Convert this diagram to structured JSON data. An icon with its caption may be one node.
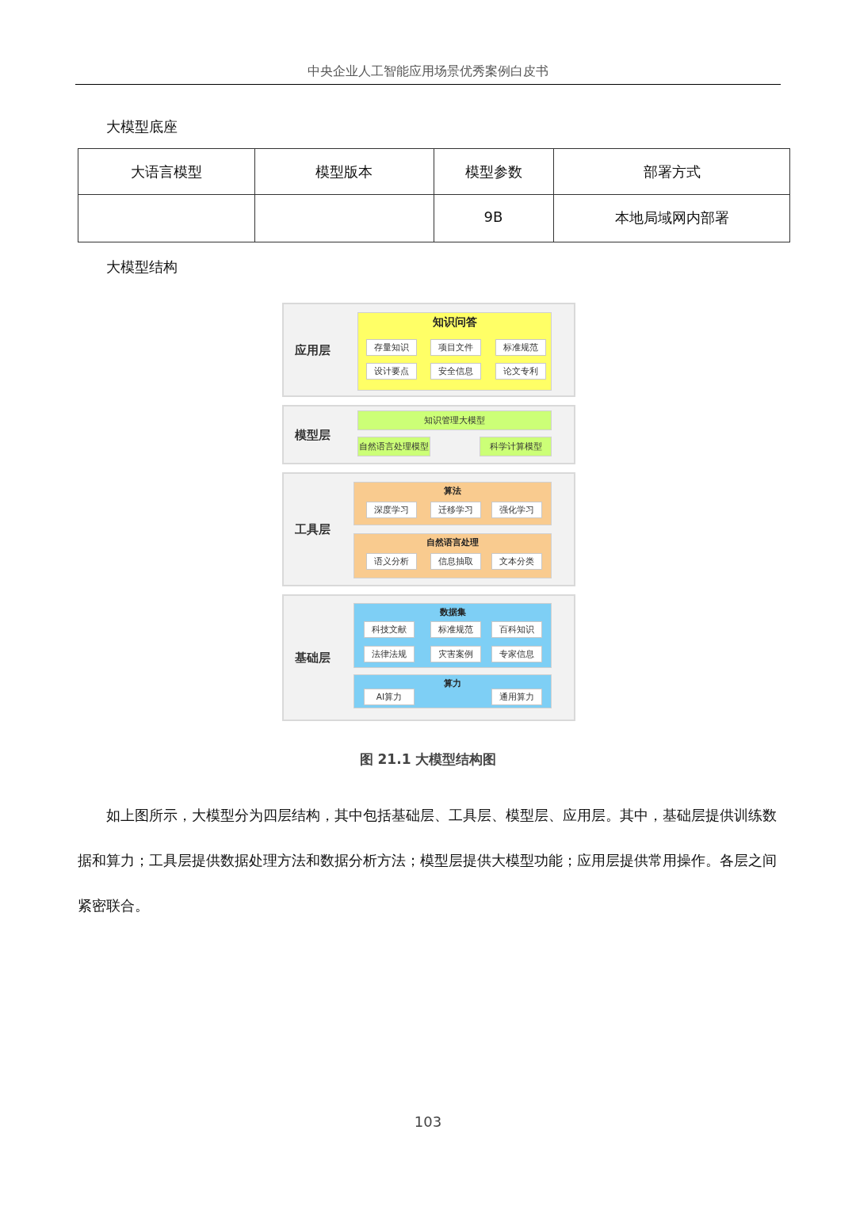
{
  "diagram": {
    "caption": "图 21.1 大模型结构图",
    "nodes": [
      {
        "text": [
          "应用层"
        ]
      },
      {
        "text": [
          "知识问答"
        ],
        "in": 0
      },
      {
        "text": [
          "存量知识"
        ],
        "in": 1
      },
      {
        "text": [
          "项目文件"
        ],
        "in": 1
      },
      {
        "text": [
          "标准规范"
        ],
        "in": 1
      },
      {
        "text": [
          "设计要点"
        ],
        "in": 1
      },
      {
        "text": [
          "安全信息"
        ],
        "in": 1
      },
      {
        "text": [
          "论文专利"
        ],
        "in": 1
      },
      {
        "text": [
          "模型层"
        ]
      },
      {
        "text": [
          "知识管理大模型"
        ],
        "in": 8
      },
      {
        "text": [
          "自然语言处理模型"
        ],
        "in": 8
      },
      {
        "text": [
          "科学计算模型"
        ],
        "in": 8
      },
      {
        "text": [
          "工具层"
        ]
      },
      {
        "text": [
          "算法"
        ],
        "in": 12
      },
      {
        "text": [
          "深度学习"
        ],
        "in": 13
      },
      {
        "text": [
          "迁移学习"
        ],
        "in": 13
      },
      {
        "text": [
          "强化学习"
        ],
        "in": 13
      },
      {
        "text": [
          "自然语言处理"
        ],
        "in": 12
      },
      {
        "text": [
          "语义分析"
        ],
        "in": 17
      },
      {
        "text": [
          "信息抽取"
        ],
        "in": 17
      },
      {
        "text": [
          "文本分类"
        ],
        "in": 17
      },
      {
        "text": [
          "基础层"
        ]
      },
      {
        "text": [
          "数据集"
        ],
        "in": 21
      },
      {
        "text": [
          "科技文献"
        ],
        "in": 22
      },
      {
        "text": [
          "标准规范"
        ],
        "in": 22
      },
      {
        "text": [
          "百科知识"
        ],
        "in": 22
      },
      {
        "text": [
          "法律法规"
        ],
        "in": 22
      },
      {
        "text": [
          "灾害案例"
        ],
        "in": 22
      },
      {
        "text": [
          "专家信息"
        ],
        "in": 22
      },
      {
        "text": [
          "算力"
        ],
        "in": 21
      },
      {
        "text": [
          "AI算力"
        ],
        "in": 29
      },
      {
        "text": [
          "通用算力"
        ],
        "in": 29
      }
    ],
    "labels": [
      "中央企业人工智能应用场景优秀案例白皮书",
      "大模型底座",
      "大语言模型",
      "模型版本",
      "模型参数",
      "部署方式",
      "9B",
      "本地局域网内部署",
      "大模型结构",
      "如上图所示，大模型分为四层结构，其中包括基础层、工具层、模型层、应用层。其中，基础层提供训练数据和算力；工具层提供数据处理方法和数据分析方法；模型层提供大模型功能；应用层提供常用操作。各层之间紧密联合。",
      "103"
    ]
  }
}
